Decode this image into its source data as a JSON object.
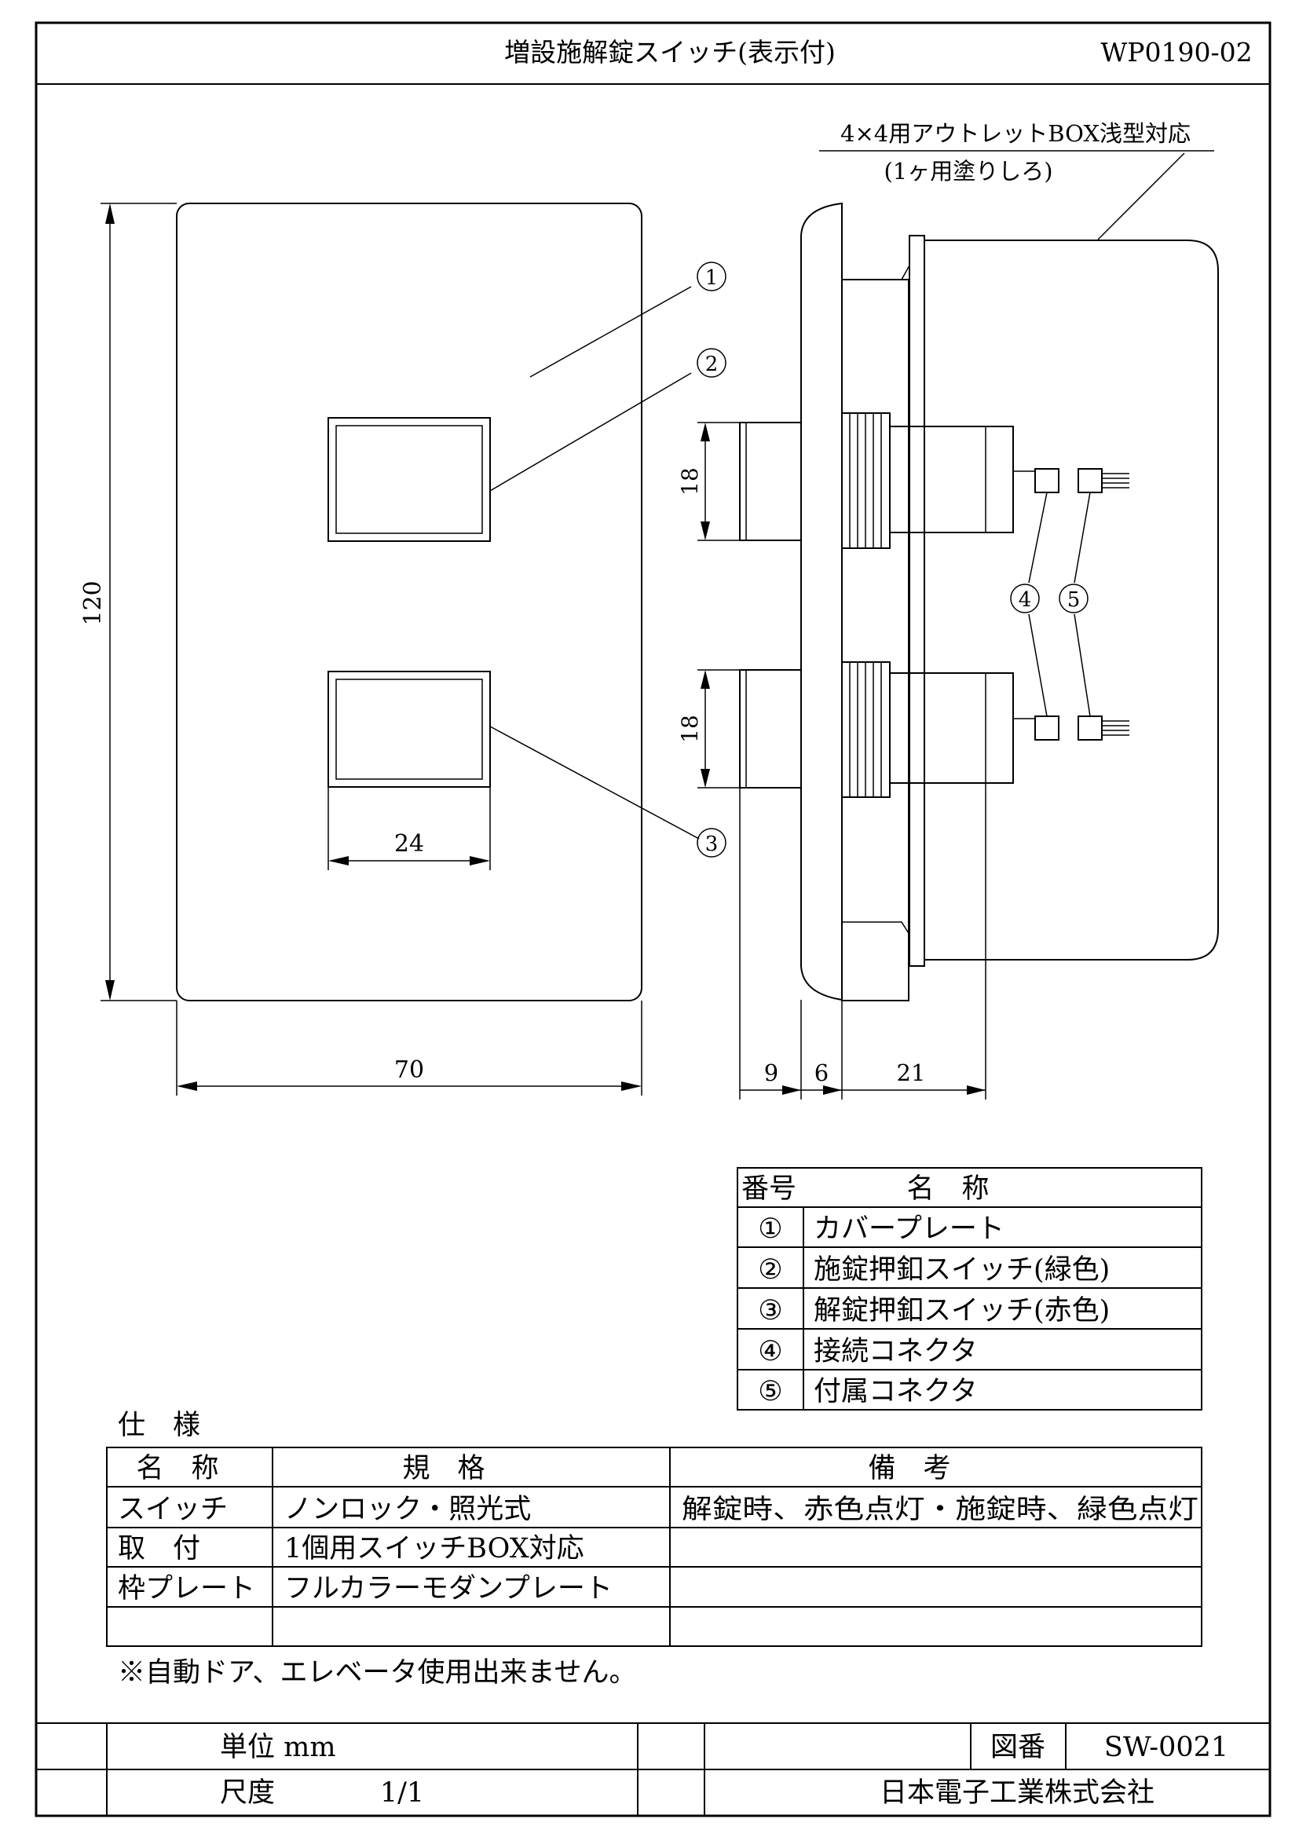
{
  "header": {
    "title": "増設施解錠スイッチ(表示付)",
    "doc_code": "WP0190-02"
  },
  "drawing": {
    "outlet_note_line1": "4×4用アウトレットBOX浅型対応",
    "outlet_note_line2": "(1ヶ用塗りしろ)",
    "dims": {
      "height": "120",
      "width": "70",
      "window_width": "24",
      "switch_height_top": "18",
      "switch_height_bottom": "18",
      "depth_front": "9",
      "depth_plate": "6",
      "depth_body": "21"
    },
    "callouts": [
      "①",
      "②",
      "③",
      "④",
      "⑤"
    ]
  },
  "parts_table": {
    "headers": [
      "番号",
      "名　称"
    ],
    "rows": [
      {
        "no": "①",
        "name": "カバープレート"
      },
      {
        "no": "②",
        "name": "施錠押釦スイッチ(緑色)"
      },
      {
        "no": "③",
        "name": "解錠押釦スイッチ(赤色)"
      },
      {
        "no": "④",
        "name": "接続コネクタ"
      },
      {
        "no": "⑤",
        "name": "付属コネクタ"
      }
    ]
  },
  "spec": {
    "heading": "仕　様",
    "headers": [
      "名　称",
      "規　格",
      "備　考"
    ],
    "rows": [
      [
        "スイッチ",
        "ノンロック・照光式",
        "解錠時、赤色点灯・施錠時、緑色点灯"
      ],
      [
        "取　付",
        "1個用スイッチBOX対応",
        ""
      ],
      [
        "枠プレート",
        "フルカラーモダンプレート",
        ""
      ],
      [
        "",
        "",
        ""
      ]
    ],
    "note": "※自動ドア、エレベータ使用出来ません。"
  },
  "title_block": {
    "unit": "単位 mm",
    "scale_label": "尺度",
    "scale_value": "1/1",
    "drawing_no_label": "図番",
    "drawing_no": "SW-0021",
    "company": "日本電子工業株式会社"
  }
}
